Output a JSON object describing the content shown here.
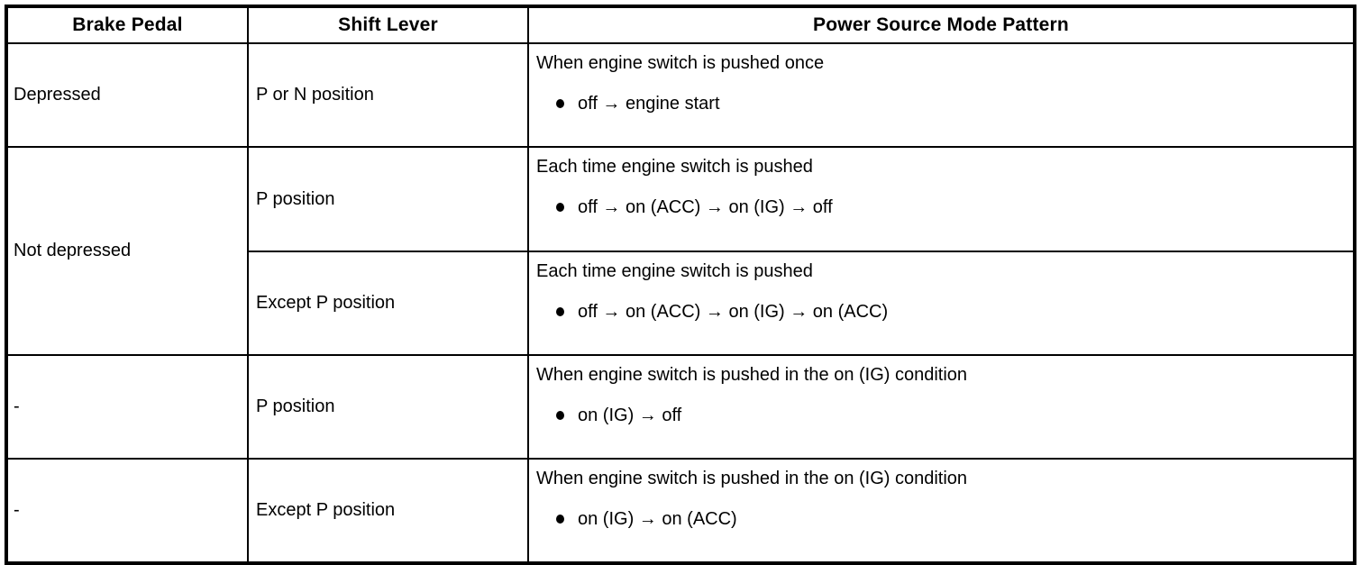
{
  "table": {
    "headers": [
      {
        "label": "Brake Pedal",
        "name": "header-brake-pedal"
      },
      {
        "label": "Shift Lever",
        "name": "header-shift-lever"
      },
      {
        "label": "Power Source Mode Pattern",
        "name": "header-power-source-mode-pattern"
      }
    ],
    "rows": [
      {
        "brake_pedal": "Depressed",
        "shift_lever": "P or N position",
        "power_condition": "When engine switch is pushed once",
        "power_pattern": "off → engine start"
      },
      {
        "brake_pedal": "Not depressed",
        "shift_lever": "P position",
        "power_condition": "Each time engine switch is pushed",
        "power_pattern": "off → on (ACC) → on (IG) → off"
      },
      {
        "brake_pedal": "",
        "shift_lever": "Except P position",
        "power_condition": "Each time engine switch is pushed",
        "power_pattern": "off → on (ACC) → on (IG) → on (ACC)"
      },
      {
        "brake_pedal": "-",
        "shift_lever": "P position",
        "power_condition": "When engine switch is pushed in the on (IG) condition",
        "power_pattern": "on (IG) → off"
      },
      {
        "brake_pedal": "-",
        "shift_lever": "Except P position",
        "power_condition": "When engine switch is pushed in the on (IG) condition",
        "power_pattern": "on (IG) → on (ACC)"
      }
    ]
  },
  "style": {
    "border_color": "#000000",
    "text_color": "#000000",
    "background": "#ffffff"
  }
}
